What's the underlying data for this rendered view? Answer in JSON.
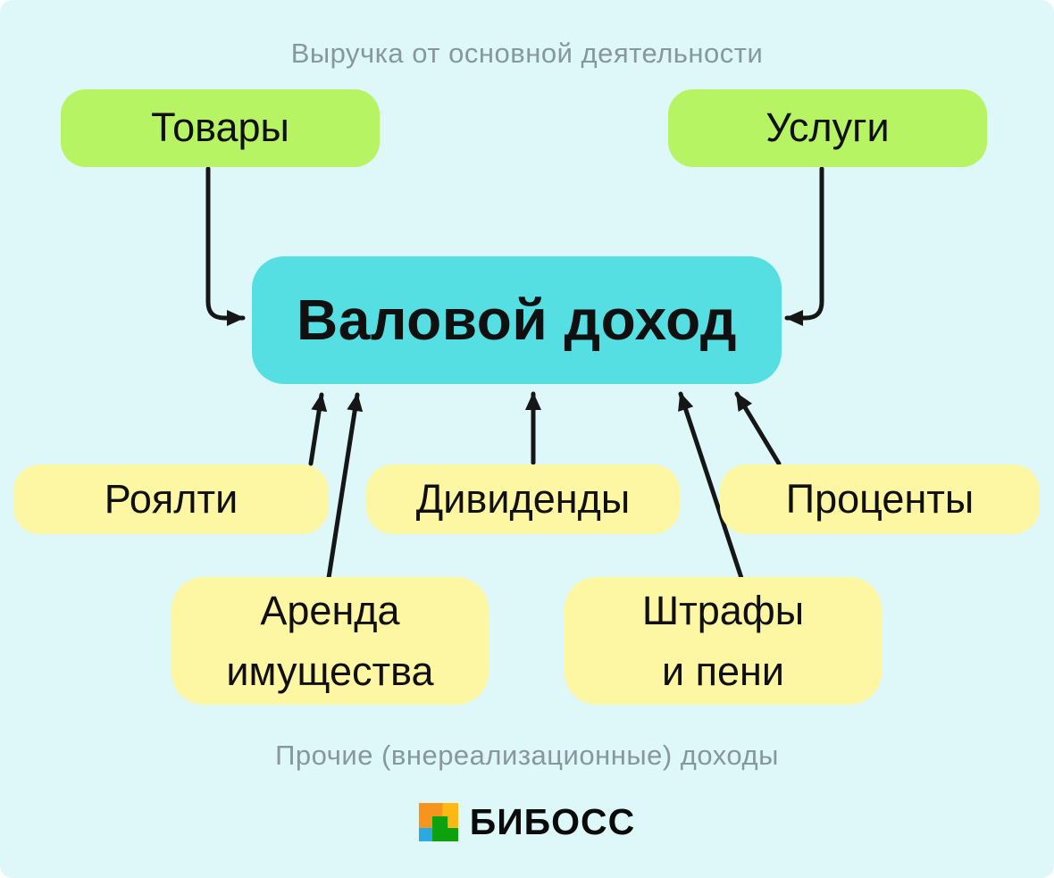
{
  "colors": {
    "background": "#def8fa",
    "green_box": "#b7f464",
    "teal_box": "#55dfe3",
    "yellow_box": "#fdf6a2",
    "arrow": "#161616",
    "muted_text": "#87979e",
    "node_text": "#101010",
    "logo_orange": "#f7941e",
    "logo_amber": "#fdb913",
    "logo_blue": "#29abe2",
    "logo_green": "#0da10d"
  },
  "header": {
    "label": "Выручка от основной деятельности"
  },
  "footer": {
    "label": "Прочие (внереализационные) доходы"
  },
  "diagram": {
    "center_node": {
      "label": "Валовой доход"
    },
    "top_nodes": [
      {
        "label": "Товары"
      },
      {
        "label": "Услуги"
      }
    ],
    "bottom_nodes_row1": [
      {
        "label": "Роялти"
      },
      {
        "label": "Дивиденды"
      },
      {
        "label": "Проценты"
      }
    ],
    "bottom_nodes_row2": [
      {
        "line1": "Аренда",
        "line2": "имущества"
      },
      {
        "line1": "Штрафы",
        "line2": "и пени"
      }
    ]
  },
  "logo": {
    "text": "БИБОСС"
  }
}
